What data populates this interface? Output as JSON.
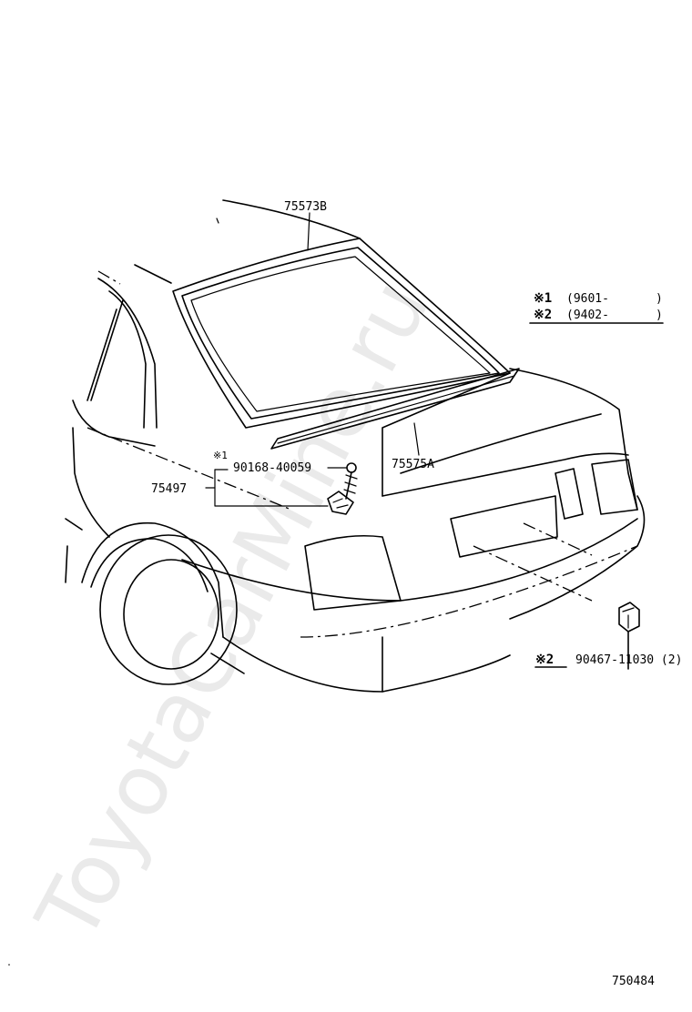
{
  "watermark": "ToyotaCarMine.ru",
  "diagram_id": "750484",
  "parts": {
    "upper_molding": "75573B",
    "lower_molding": "75575A",
    "clip_bolt": "90168-40059",
    "clip_assembly": "75497",
    "clip_side": "90467-11030 (2)"
  },
  "markers": {
    "note1_mark": "※1",
    "note2_mark": "※2",
    "clip_mark": "※1",
    "side_mark": "※2"
  },
  "legend": {
    "row1": {
      "mark": "※1",
      "range": "(9601-",
      "close": ")"
    },
    "row2": {
      "mark": "※2",
      "range": "(9402-",
      "close": ")"
    }
  }
}
